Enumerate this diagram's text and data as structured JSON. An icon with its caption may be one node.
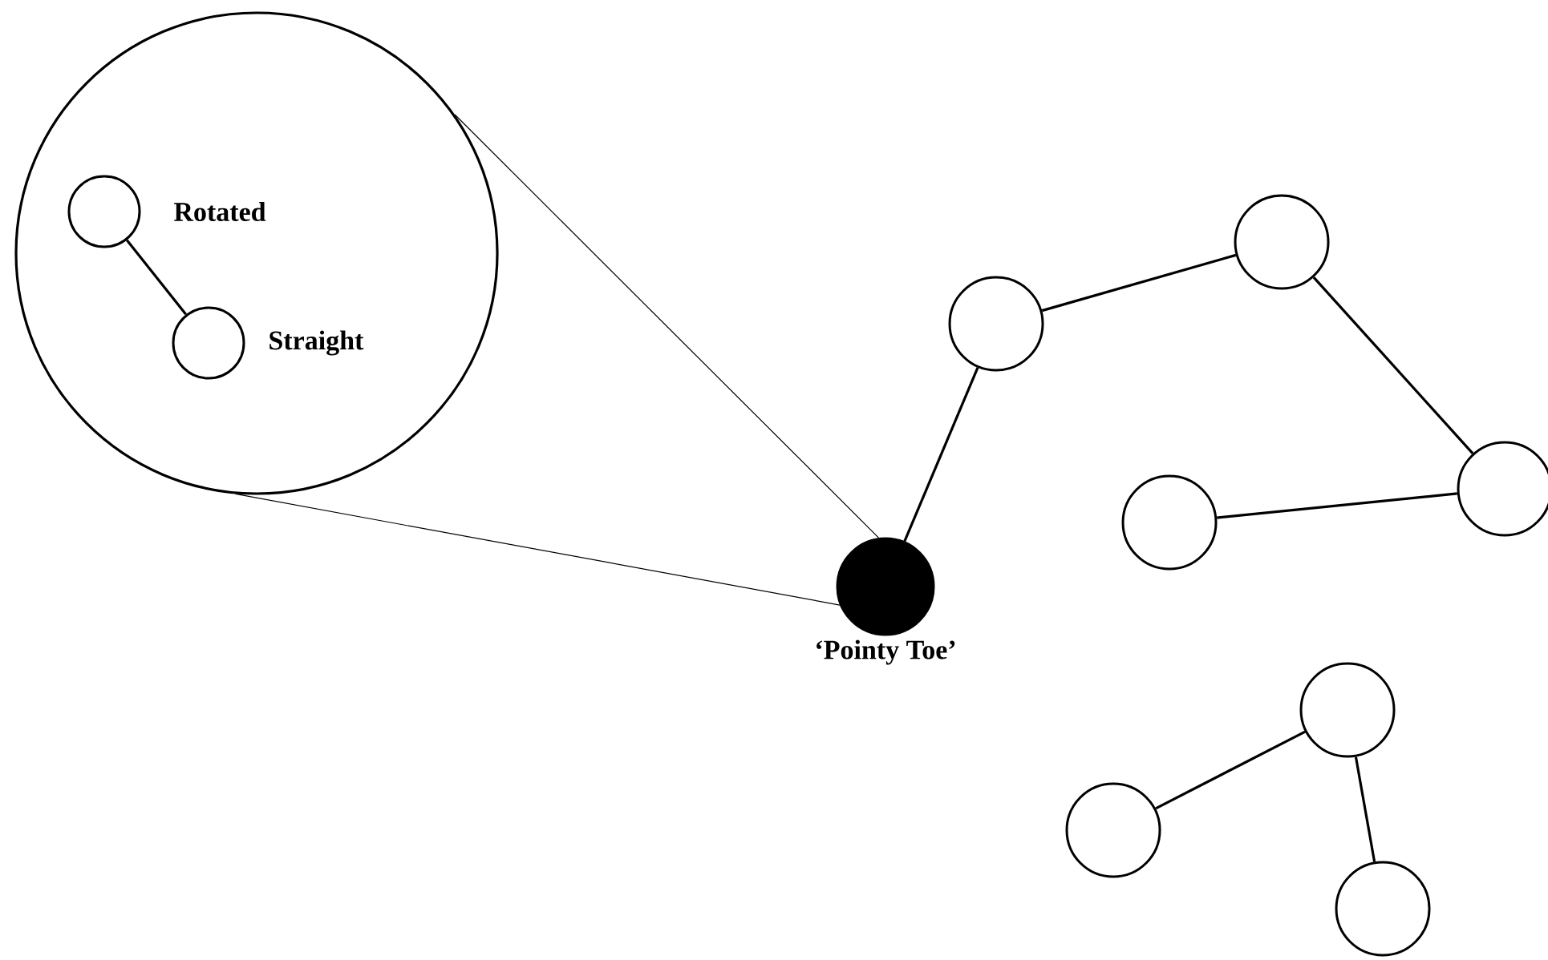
{
  "diagram": {
    "nodes": [
      {
        "text": [],
        "shape": "circle"
      },
      {
        "text": [],
        "shape": "circle",
        "in": 0,
        "beside": [
          "Rotated"
        ]
      },
      {
        "text": [],
        "shape": "circle",
        "in": 0,
        "beside": [
          "Straight"
        ]
      },
      {
        "text": [],
        "shape": "circle",
        "beside": [
          "‘Pointy Toe’"
        ]
      },
      {
        "text": [],
        "shape": "circle"
      },
      {
        "text": [],
        "shape": "circle"
      },
      {
        "text": [],
        "shape": "circle"
      },
      {
        "text": [],
        "shape": "circle"
      },
      {
        "text": [],
        "shape": "circle"
      },
      {
        "text": [],
        "shape": "circle"
      },
      {
        "text": [],
        "shape": "circle"
      }
    ],
    "edges": [
      {
        "from": 1,
        "to": 2,
        "arrow": "none"
      },
      {
        "from": 0,
        "to": 3,
        "arrow": "none"
      },
      {
        "from": 0,
        "to": 3,
        "arrow": "none"
      },
      {
        "from": 3,
        "to": 4,
        "arrow": "none"
      },
      {
        "from": 4,
        "to": 5,
        "arrow": "none"
      },
      {
        "from": 5,
        "to": 6,
        "arrow": "none"
      },
      {
        "from": 7,
        "to": 6,
        "arrow": "none"
      },
      {
        "from": 8,
        "to": 9,
        "arrow": "none"
      },
      {
        "from": 8,
        "to": 10,
        "arrow": "none"
      }
    ]
  }
}
